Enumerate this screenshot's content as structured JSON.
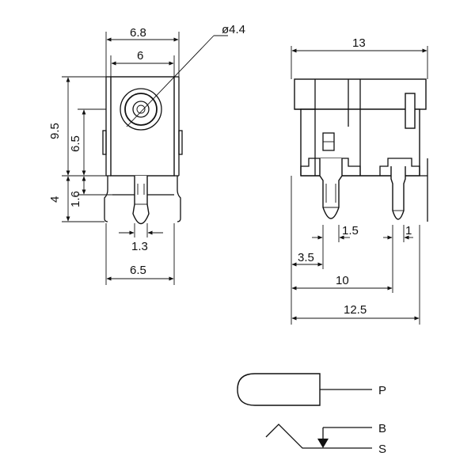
{
  "front_view": {
    "dim_outer_width": "6.8",
    "dim_inner_width": "6",
    "dim_diameter": "ø4.4",
    "dim_height_total": "9.5",
    "dim_height_inner": "6.5",
    "dim_pin_length": "4",
    "dim_pin_offset": "1.6",
    "dim_pin_width": "1.3",
    "dim_pin_span": "6.5"
  },
  "side_view": {
    "dim_total_length": "13",
    "dim_pin_gap": "1.5",
    "dim_pin_small": "1",
    "dim_first_pin": "3.5",
    "dim_pin_pitch": "10",
    "dim_body_length": "12.5"
  },
  "schematic": {
    "label_p": "P",
    "label_b": "B",
    "label_s": "S"
  }
}
